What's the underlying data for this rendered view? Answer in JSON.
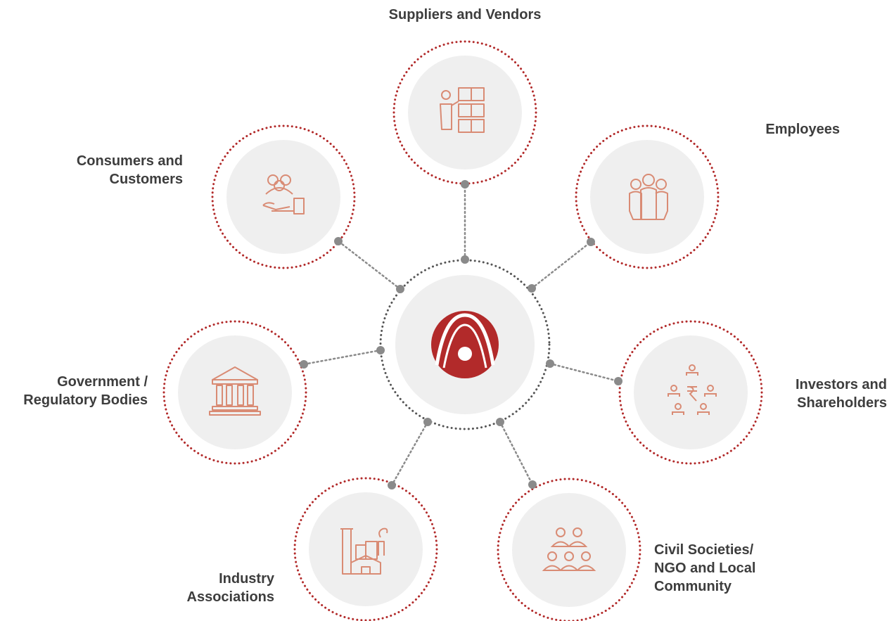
{
  "colors": {
    "accent": "#b22a2a",
    "icon_stroke": "#d98b74",
    "node_fill": "#efefef",
    "connector": "#8a8a8a",
    "label_text": "#3d3d3d"
  },
  "center": {
    "logo_icon": "company-logo-icon"
  },
  "stakeholders": [
    {
      "id": "suppliers",
      "lines": [
        "Suppliers and Vendors"
      ],
      "icon": "supplier-boxes-icon"
    },
    {
      "id": "employees",
      "lines": [
        "Employees"
      ],
      "icon": "employees-group-icon"
    },
    {
      "id": "investors",
      "lines": [
        "Investors and",
        "Shareholders"
      ],
      "icon": "investors-rupee-icon"
    },
    {
      "id": "civil",
      "lines": [
        "Civil Societies/",
        "NGO and Local",
        "Community"
      ],
      "icon": "community-people-icon"
    },
    {
      "id": "industry",
      "lines": [
        "Industry",
        "Associations"
      ],
      "icon": "factory-icon"
    },
    {
      "id": "government",
      "lines": [
        "Government /",
        "Regulatory Bodies"
      ],
      "icon": "government-building-icon"
    },
    {
      "id": "consumers",
      "lines": [
        "Consumers and",
        "Customers"
      ],
      "icon": "customers-hand-icon"
    }
  ]
}
